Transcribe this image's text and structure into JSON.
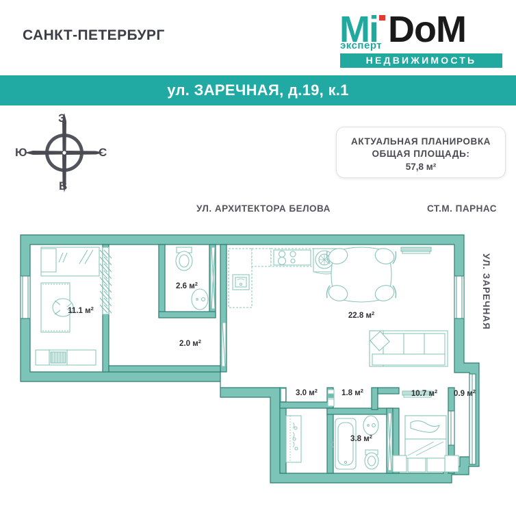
{
  "header": {
    "city": "САНКТ-ПЕТЕРБУРГ",
    "logo": {
      "part1": "Mi",
      "part2": "DoM",
      "tagline": "эксперт",
      "subtitle": "НЕДВИЖИМОСТЬ",
      "accent_color": "#21a99f",
      "dot_color": "#e23a2e",
      "dark_color": "#1a1a1a"
    },
    "address_banner": "ул. ЗАРЕЧНАЯ, д.19, к.1",
    "banner_color": "#21a9a4"
  },
  "compass": {
    "north": "З",
    "west": "Ю",
    "east": "С",
    "south": "В"
  },
  "info_box": {
    "line1": "АКТУАЛЬНАЯ ПЛАНИРОВКА",
    "line2": "ОБЩАЯ ПЛОЩАДЬ:",
    "total_area": "57,8 м²"
  },
  "street_labels": {
    "top_left": "УЛ. АРХИТЕКТОРА БЕЛОВА",
    "top_right": "СТ.М. ПАРНАС",
    "right_vertical": "УЛ. ЗАРЕЧНАЯ"
  },
  "plan": {
    "wall_fill": "#7dc4b8",
    "wall_stroke": "#2e7d72",
    "furniture_stroke": "#7fbdb2",
    "rooms": [
      {
        "name": "bedroom-left",
        "area": "11.1",
        "unit": "м",
        "sup": "2"
      },
      {
        "name": "wc",
        "area": "2.6",
        "unit": "м",
        "sup": "2"
      },
      {
        "name": "hall-upper",
        "area": "2.0",
        "unit": "м",
        "sup": "2"
      },
      {
        "name": "living-kitchen",
        "area": "22.8",
        "unit": "м",
        "sup": "2"
      },
      {
        "name": "storage",
        "area": "3.0",
        "unit": "м",
        "sup": "2"
      },
      {
        "name": "hall-lower",
        "area": "1.8",
        "unit": "м",
        "sup": "2"
      },
      {
        "name": "bathroom",
        "area": "3.8",
        "unit": "м",
        "sup": "2"
      },
      {
        "name": "bedroom-right",
        "area": "10.7",
        "unit": "м",
        "sup": "2"
      },
      {
        "name": "balcony",
        "area": "0.9",
        "unit": "м",
        "sup": "2"
      }
    ]
  }
}
